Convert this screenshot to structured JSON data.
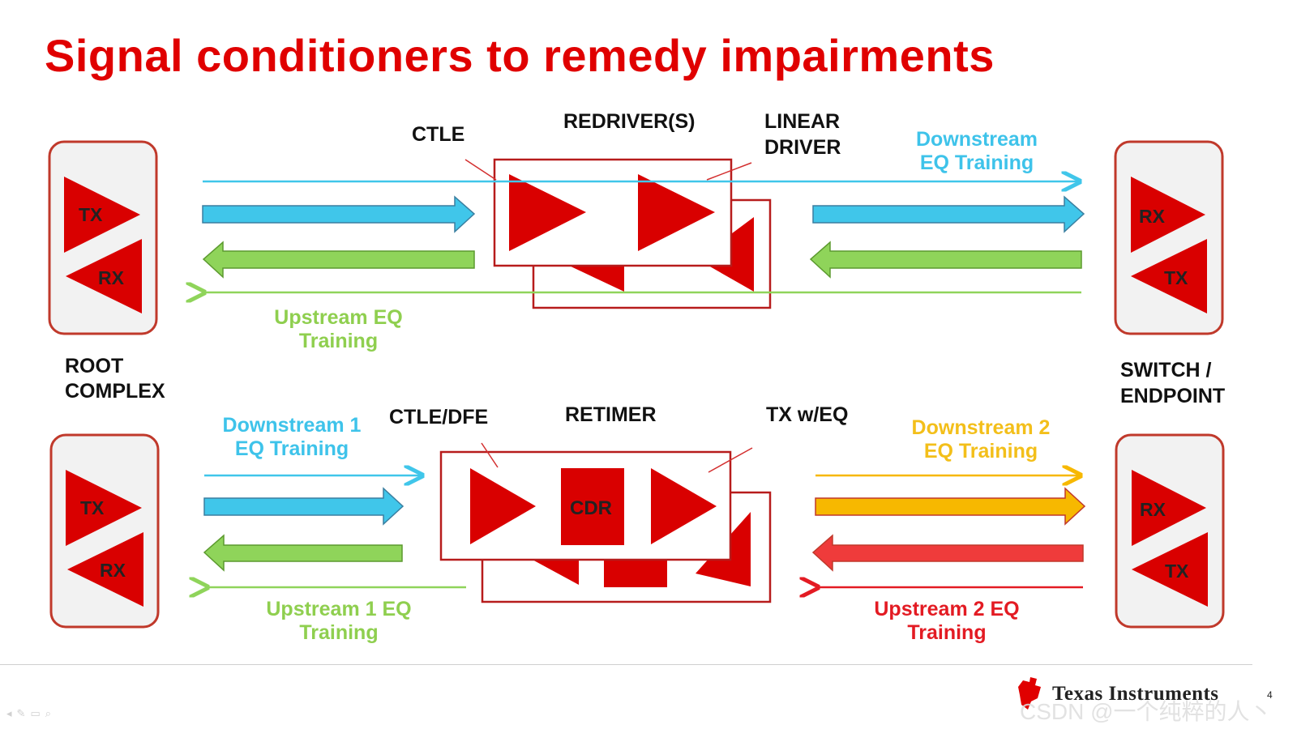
{
  "title": "Signal conditioners to remedy impairments",
  "colors": {
    "title_red": "#e00000",
    "block_red": "#d90000",
    "arrow_blue": "#40c6ea",
    "arrow_green": "#8fd45a",
    "arrow_gold": "#f7b800",
    "arrow_red": "#ef3b3b"
  },
  "top": {
    "left_device": {
      "tx": "TX",
      "rx": "RX"
    },
    "right_device": {
      "rx": "RX",
      "tx": "TX"
    },
    "ctle": "CTLE",
    "redriver": "REDRIVER(S)",
    "linear_driver": [
      "LINEAR",
      "DRIVER"
    ],
    "downstream": [
      "Downstream",
      "EQ Training"
    ],
    "upstream": [
      "Upstream EQ",
      "Training"
    ]
  },
  "middle": {
    "root_complex": [
      "ROOT",
      "COMPLEX"
    ],
    "switch_endpoint": [
      "SWITCH /",
      "ENDPOINT"
    ]
  },
  "bottom": {
    "left_device": {
      "tx": "TX",
      "rx": "RX"
    },
    "right_device": {
      "rx": "RX",
      "tx": "TX"
    },
    "ctle_dfe": "CTLE/DFE",
    "retimer": "RETIMER",
    "tx_weq": "TX w/EQ",
    "cdr": "CDR",
    "downstream1": [
      "Downstream 1",
      "EQ Training"
    ],
    "downstream2": [
      "Downstream 2",
      "EQ Training"
    ],
    "upstream1": [
      "Upstream 1 EQ",
      "Training"
    ],
    "upstream2": [
      "Upstream 2 EQ",
      "Training"
    ]
  },
  "footer": {
    "brand": "Texas Instruments",
    "page_number": "4",
    "watermark": "CSDN @一个纯粹的人丶",
    "nav_icons": [
      "back-icon",
      "pen-icon",
      "slides-icon",
      "zoom-icon"
    ]
  }
}
